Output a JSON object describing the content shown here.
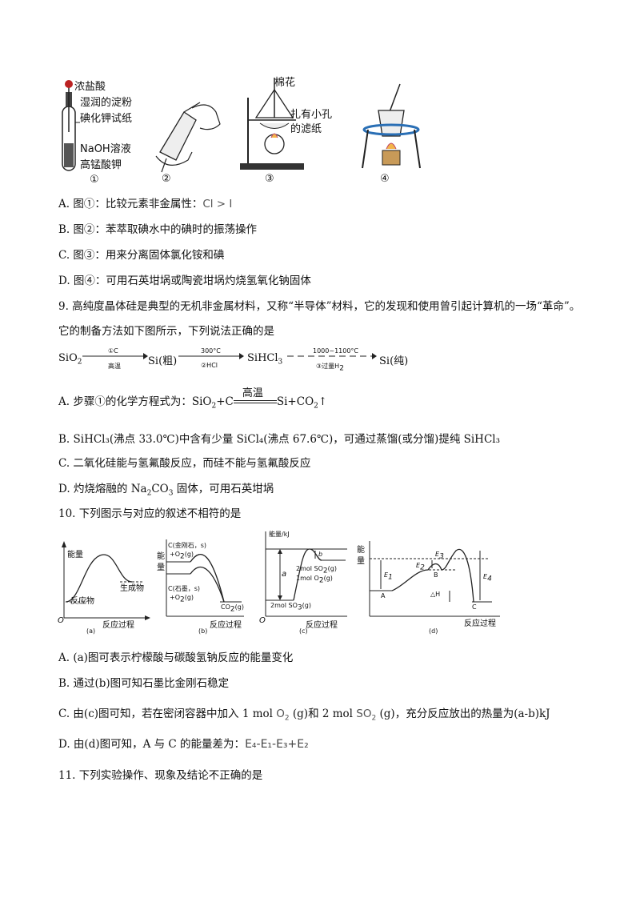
{
  "figures_top": {
    "fig1": {
      "labels": [
        "浓盐酸",
        "湿润的淀粉",
        "碘化钾试纸",
        "NaOH溶液",
        "高锰酸钾"
      ],
      "num": "①"
    },
    "fig2": {
      "num": "②"
    },
    "fig3": {
      "labels": [
        "棉花",
        "扎有小孔",
        "的滤纸"
      ],
      "num": "③"
    },
    "fig4": {
      "num": "④"
    }
  },
  "q8": {
    "optA_pre": "A. 图①：比较元素非金属性：",
    "optA_formula": "Cl > I",
    "optB": "B. 图②：苯萃取碘水中的碘时的振荡操作",
    "optC": "C. 图③：用来分离固体氯化铵和碘",
    "optD": "D. 图④：可用石英坩埚或陶瓷坩埚灼烧氢氧化钠固体"
  },
  "q9": {
    "stem1": "9. 高纯度晶体硅是典型的无机非金属材料，又称“半导体”材料，它的发现和使用曾引起计算机的一场“革命”。",
    "stem2": "它的制备方法如下图所示，下列说法正确的是",
    "flow": {
      "s1": "SiO",
      "s1_sub": "2",
      "a1_top": "①C",
      "a1_bot": "高温",
      "s2": "Si(粗)",
      "a2_top": "300°C",
      "a2_bot": "②HCl",
      "s3": "SiHCl",
      "s3_sub": "3",
      "a3_top": "1000~1100°C",
      "a3_bot": "③过量H",
      "a3_bot_sub": "2",
      "s4": "Si(纯)"
    },
    "optA_pre": "A. 步骤①的化学方程式为：SiO",
    "optA_sub": "2",
    "optA_mid": "+C",
    "optA_cond": "高温",
    "optA_post": "Si+CO",
    "optA_sub2": "2",
    "optA_arrow": "↑",
    "optB": "B. SiHCl₃(沸点 33.0℃)中含有少量 SiCl₄(沸点 67.6℃)，可通过蒸馏(或分馏)提纯 SiHCl₃",
    "optC": "C. 二氧化硅能与氢氟酸反应，而硅不能与氢氟酸反应",
    "optD_pre": "D. 灼烧熔融的 Na",
    "optD_sub1": "2",
    "optD_mid": "CO",
    "optD_sub2": "3",
    "optD_post": " 固体，可用石英坩埚"
  },
  "q10": {
    "stem": "10. 下列图示与对应的叙述不相符的是",
    "chart_a": {
      "ylabel": "能量",
      "origin": "O",
      "xlabel": "反应过程",
      "reactant": "反应物",
      "product": "生成物",
      "tag": "(a)"
    },
    "chart_b": {
      "ylabel1": "能",
      "ylabel2": "量",
      "top1": "C(金刚石，s)",
      "top2": "+O",
      "top2_sub": "2",
      "top2_post": "(g)",
      "low1": "C(石墨，s)",
      "low2": "+O",
      "low2_sub": "2",
      "low2_post": "(g)",
      "product": "CO",
      "product_sub": "2",
      "product_post": "(g)",
      "xlabel": "反应过程",
      "tag": "(b)"
    },
    "chart_c": {
      "ylabel": "能量/kJ",
      "a": "a",
      "b": "b",
      "mid1": "2mol SO",
      "mid1_sub": "2",
      "mid1_post": "(g)",
      "mid2": "1mol O",
      "mid2_sub": "2",
      "mid2_post": "(g)",
      "low": "2mol SO",
      "low_sub": "3",
      "low_post": "(g)",
      "origin": "O",
      "xlabel": "反应过程",
      "tag": "(c)"
    },
    "chart_d": {
      "ylabel1": "能",
      "ylabel2": "量",
      "E1": "E",
      "E1_sub": "1",
      "E2": "E",
      "E2_sub": "2",
      "E3": "E",
      "E3_sub": "3",
      "E4": "E",
      "E4_sub": "4",
      "A": "A",
      "B": "B",
      "C": "C",
      "dH": "△H",
      "xlabel": "反应过程",
      "tag": "(d)"
    },
    "optA": "A. (a)图可表示柠檬酸与碳酸氢钠反应的能量变化",
    "optB": "B. 通过(b)图可知石墨比金刚石稳定",
    "optC_pre": "C. 由(c)图可知，若在密闭容器中加入 1 mol ",
    "optC_o2": "O",
    "optC_o2_sub": "2",
    "optC_mid": " (g)和 2 mol ",
    "optC_so2": "SO",
    "optC_so2_sub": "2",
    "optC_post": " (g)，充分反应放出的热量为(a-b)kJ",
    "optD_pre": "D. 由(d)图可知，A 与 C 的能量差为：",
    "optD_formula": "E₄-E₁-E₃+E₂"
  },
  "q11": {
    "stem": "11. 下列实验操作、现象及结论不正确的是"
  }
}
